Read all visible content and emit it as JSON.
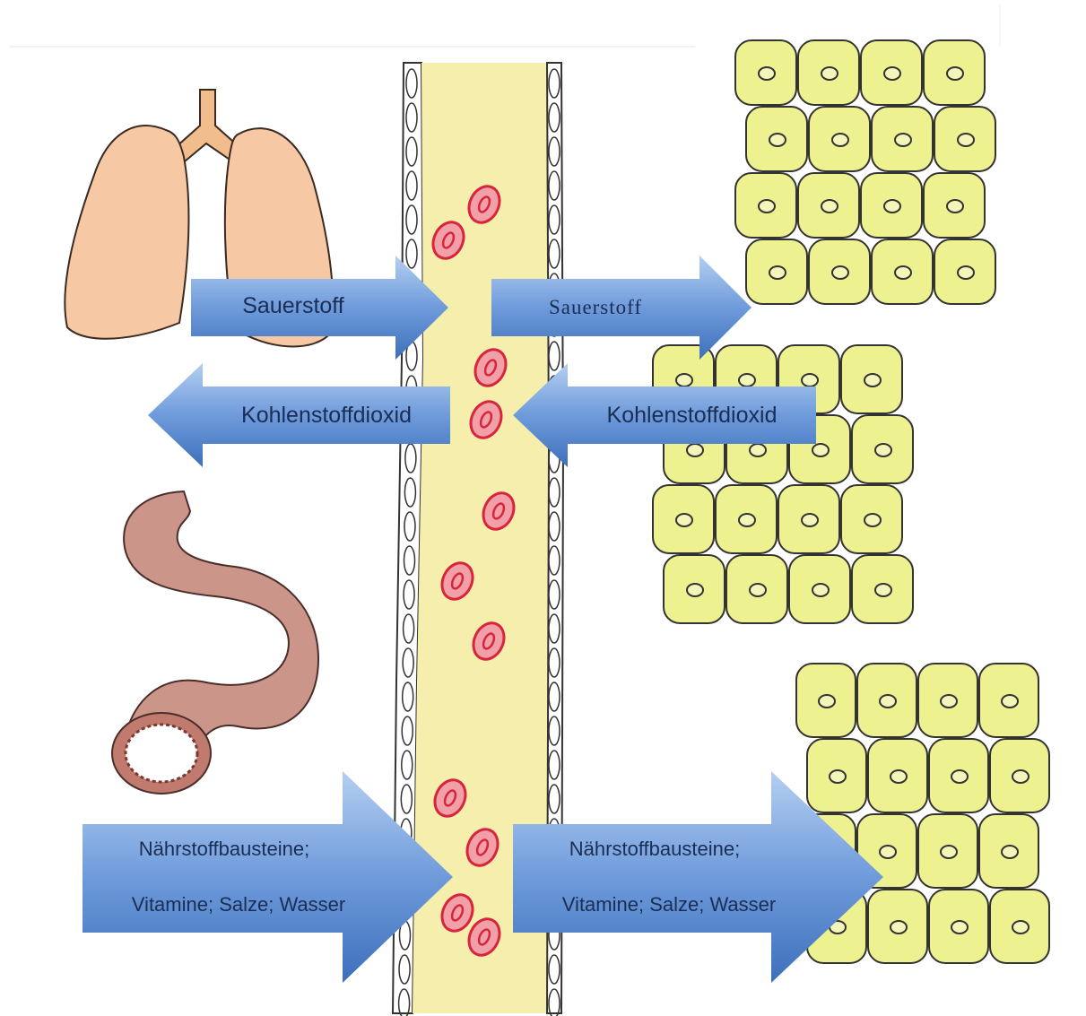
{
  "colors": {
    "arrow_light": "#a9c6ec",
    "arrow_dark": "#3f72bd",
    "vessel_fill": "#f6eeac",
    "cell_fill": "#ecef8c",
    "red_cell": "#e2465a",
    "lung": "#f6c79e",
    "intestine": "#c9928a"
  },
  "arrows": {
    "oxygen_lung": "Sauerstoff",
    "oxygen_tissue": "Sauerstoff",
    "co2_lung": "Kohlenstoffdioxid",
    "co2_tissue": "Kohlenstoffdioxid",
    "nutrients_left": {
      "line1": "Nährstoffbausteine;",
      "line2": "Vitamine; Salze; Wasser"
    },
    "nutrients_right": {
      "line1": "Nährstoffbausteine;",
      "line2": "Vitamine; Salze; Wasser"
    }
  },
  "icons": {
    "lungs": "lungs-icon",
    "intestine": "intestine-icon",
    "vessel": "blood-vessel",
    "cells": "body-cells"
  }
}
